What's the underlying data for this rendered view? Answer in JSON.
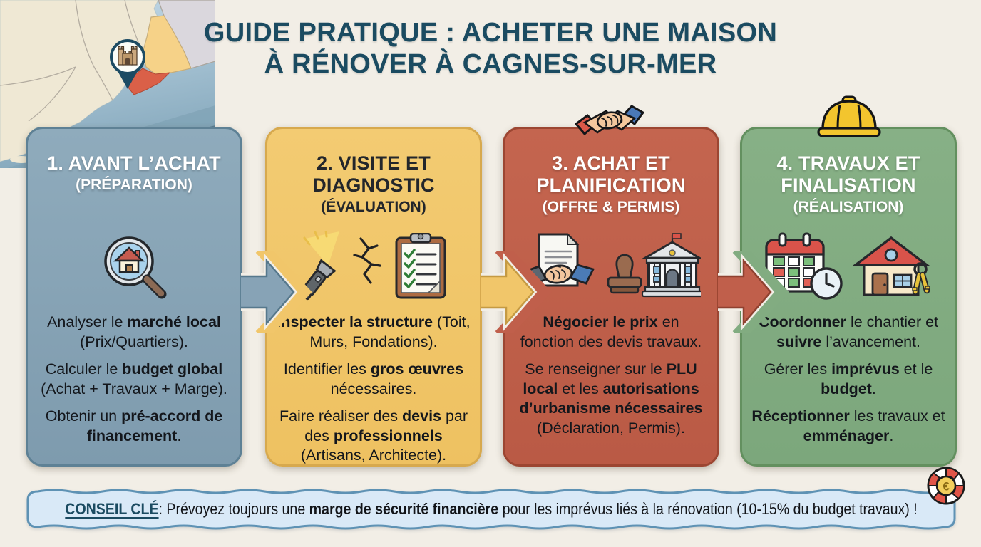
{
  "title": {
    "line1": "GUIDE PRATIQUE : ACHETER UNE MAISON",
    "line2": "À RÉNOVER À CAGNES-SUR-MER"
  },
  "map": {
    "pin_icon": "castle-icon",
    "highlighted_region_color": "#F6D288",
    "coast_highlight_color": "#DA6048"
  },
  "steps": [
    {
      "heading": "1. AVANT L’ACHAT",
      "subheading": "(PRÉPARATION)",
      "icons": [
        "house-magnifier-icon"
      ],
      "items": [
        "Analyser le **marché local** (Prix/Quartiers).",
        "Calculer le **budget global** (Achat + Travaux + Marge).",
        "Obtenir un **pré-accord de financement**."
      ],
      "color": "#87A3B6"
    },
    {
      "heading": "2. VISITE ET\nDIAGNOSTIC",
      "subheading": "(ÉVALUATION)",
      "icons": [
        "flashlight-crack-icon",
        "checklist-clipboard-icon"
      ],
      "items": [
        "**Inspecter la structure** (Toit, Murs, Fondations).",
        "Identifier les **gros œuvres** nécessaires.",
        "Faire réaliser des **devis** par des **professionnels** (Artisans, Architecte)."
      ],
      "color": "#F1C66A"
    },
    {
      "heading": "3. ACHAT ET\nPLANIFICATION",
      "subheading": "(OFFRE & PERMIS)",
      "badge_icon": "handshake-icon",
      "icons": [
        "contract-handshake-icon",
        "stamp-town-hall-icon"
      ],
      "items": [
        "**Négocier le prix** en fonction des devis travaux.",
        "Se renseigner sur le **PLU local** et les **autorisations d’urbanisme nécessaires** (Déclaration, Permis)."
      ],
      "color": "#C05F4B"
    },
    {
      "heading": "4. TRAVAUX ET\nFINALISATION",
      "subheading": "(RÉALISATION)",
      "badge_icon": "hard-hat-icon",
      "icons": [
        "calendar-clock-icon",
        "house-keys-icon"
      ],
      "items": [
        "**Coordonner** le chantier et **suivre** l’avancement.",
        "Gérer les **imprévus** et le **budget**.",
        "**Réceptionner** les travaux et **emménager**."
      ],
      "color": "#82AC81"
    }
  ],
  "tip": {
    "label": "CONSEIL CLÉ",
    "text": " : Prévoyez toujours une **marge de sécurité financière** pour les imprévus liés à la rénovation (10-15% du budget travaux) !",
    "icon": "lifebuoy-euro-icon"
  },
  "palette": {
    "background": "#F2EEE6",
    "title_text": "#1B4B61",
    "step1": "#87A3B6",
    "step2": "#F1C66A",
    "step3": "#C05F4B",
    "step4": "#82AC81",
    "tip_background": "#D9E9F7",
    "tip_border": "#5E92B4",
    "body_text": "#14171C"
  }
}
